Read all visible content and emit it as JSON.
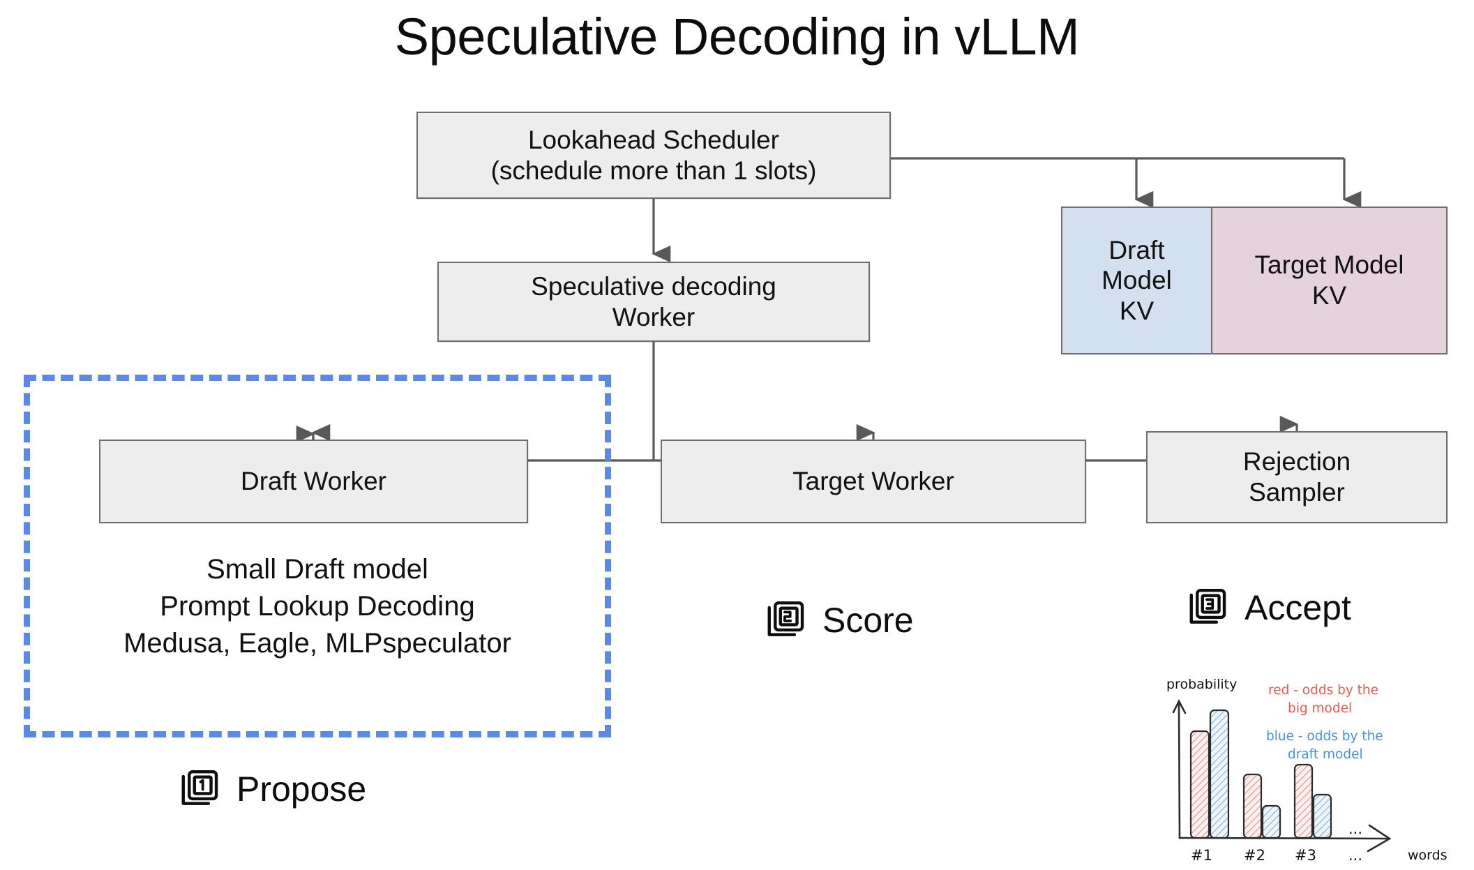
{
  "title": "Speculative Decoding in vLLM",
  "nodes": {
    "scheduler": "Lookahead Scheduler\n(schedule more than 1 slots)",
    "spec_worker": "Speculative decoding\nWorker",
    "draft_worker": "Draft Worker",
    "target_worker": "Target Worker",
    "rejection_sampler": "Rejection\nSampler",
    "kv_draft": "Draft\nModel\nKV",
    "kv_target": "Target Model\nKV"
  },
  "draft_details": "Small Draft model\nPrompt Lookup Decoding\nMedusa, Eagle, MLPspeculator",
  "steps": [
    {
      "number": "1",
      "icon": "stacked-squares-1-icon",
      "label": "Propose"
    },
    {
      "number": "2",
      "icon": "stacked-squares-2-icon",
      "label": "Score"
    },
    {
      "number": "3",
      "icon": "stacked-squares-3-icon",
      "label": "Accept"
    }
  ],
  "colors": {
    "node_fill": "#ededed",
    "node_border": "#6e6e6e",
    "kv_draft_fill": "#d3e0ef",
    "kv_target_fill": "#e5d2dd",
    "dashed_group": "#5b8ae6",
    "chart_red": "#ee5a52",
    "chart_blue": "#4a90d9"
  },
  "chart_data": {
    "type": "bar",
    "title": "",
    "xlabel": "words",
    "ylabel": "probability",
    "categories": [
      "#1",
      "#2",
      "#3"
    ],
    "ellipsis_above_axis": "...",
    "ellipsis_below_axis": "...",
    "grid": false,
    "legend_position": "top-right",
    "series": [
      {
        "name": "red - odds by the big model",
        "color": "#ee5a52",
        "values": [
          0.77,
          0.52,
          0.6
        ]
      },
      {
        "name": "blue - odds by the draft model",
        "color": "#4a90d9",
        "values": [
          0.85,
          0.24,
          0.34
        ]
      }
    ],
    "annotations": [
      {
        "text": "red - odds by the\nbig model",
        "color": "#ee5a52"
      },
      {
        "text": "blue - odds by the\ndraft model",
        "color": "#4a90d9"
      }
    ]
  }
}
